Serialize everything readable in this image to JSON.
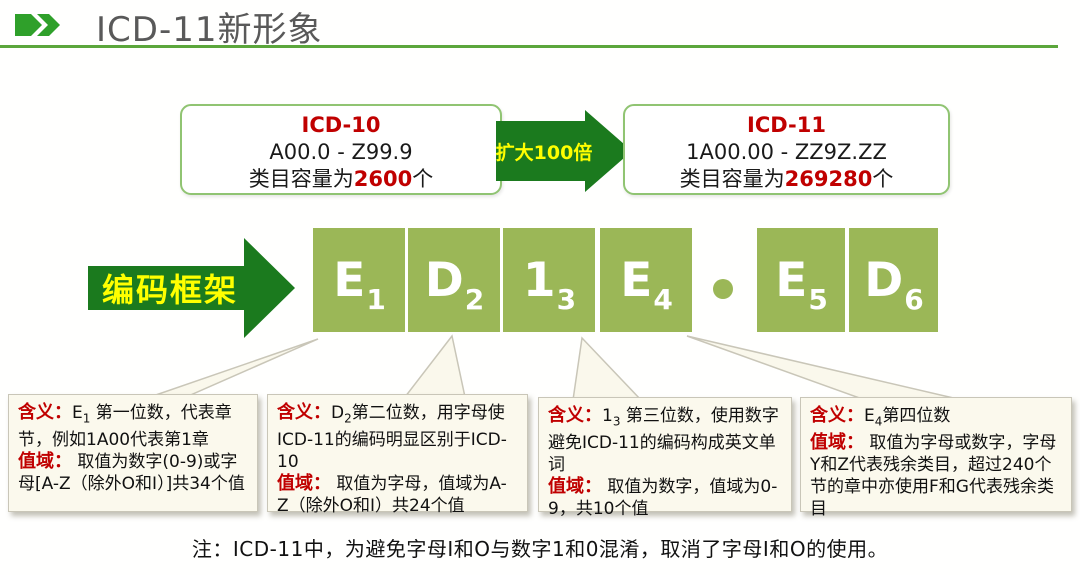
{
  "header": {
    "title": "ICD-11新形象"
  },
  "comparison": {
    "icd10": {
      "title": "ICD-10",
      "range": "A00.0 - Z99.9",
      "capacity_prefix": "类目容量为",
      "capacity_value": "2600",
      "capacity_suffix": "个"
    },
    "expand_arrow_label": "扩大100倍",
    "icd11": {
      "title": "ICD-11",
      "range": "1A00.00 - ZZ9Z.ZZ",
      "capacity_prefix": "类目容量为",
      "capacity_value": "269280",
      "capacity_suffix": "个"
    }
  },
  "framework": {
    "arrow_label": "编码框架",
    "blocks": [
      {
        "char": "E",
        "sub": "1"
      },
      {
        "char": "D",
        "sub": "2"
      },
      {
        "char": "1",
        "sub": "3"
      },
      {
        "char": "E",
        "sub": "4"
      },
      {
        "char": "E",
        "sub": "5"
      },
      {
        "char": "D",
        "sub": "6"
      }
    ]
  },
  "callouts": [
    {
      "meaning_label": "含义：",
      "meaning_code": "E",
      "meaning_sub": "1",
      "meaning_text": " 第一位数，代表章节，例如1A00代表第1章",
      "range_label": "值域：",
      "range_text": " 取值为数字(0-9)或字母[A-Z（除外O和I）]共34个值"
    },
    {
      "meaning_label": "含义：",
      "meaning_code": "D",
      "meaning_sub": "2",
      "meaning_text": "第二位数，用字母使ICD-11的编码明显区别于ICD-10",
      "range_label": "值域：",
      "range_text": " 取值为字母，值域为A-Z（除外O和I）共24个值"
    },
    {
      "meaning_label": "含义：",
      "meaning_code": "1",
      "meaning_sub": "3",
      "meaning_text": " 第三位数，使用数字避免ICD-11的编码构成英文单词",
      "range_label": "值域：",
      "range_text": " 取值为数字，值域为0-9，共10个值"
    },
    {
      "meaning_label": "含义：",
      "meaning_code": "E",
      "meaning_sub": "4",
      "meaning_text": "第四位数",
      "range_label": "值域：",
      "range_text": " 取值为字母或数字，字母Y和Z代表残余类目，超过240个节的章中亦使用F和G代表残余类目"
    }
  ],
  "footnote": "注：ICD-11中，为避免字母I和O与数字1和0混淆，取消了字母I和O的使用。",
  "colors": {
    "dark_green": "#1b7a1e",
    "olive_green": "#9bb757",
    "bright_green": "#2fa02a",
    "header_line_green": "#5ba63b",
    "box_border_green": "#90c472",
    "accent_red": "#c00000",
    "label_yellow": "#ffff00",
    "callout_bg": "#fbf9ed",
    "title_gray": "#595959"
  }
}
